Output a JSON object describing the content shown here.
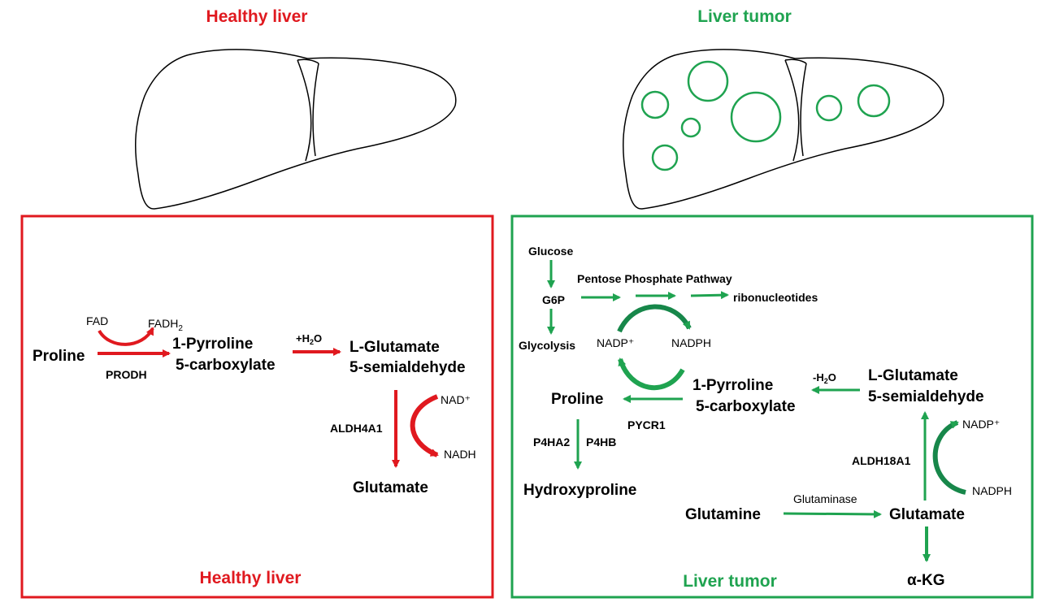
{
  "colors": {
    "healthy": "#e0191f",
    "tumor": "#1fa350",
    "tumor_dark": "#17874a",
    "ink": "#000000"
  },
  "titles": {
    "healthy_top": "Healthy liver",
    "tumor_top": "Liver tumor",
    "healthy_bottom": "Healthy liver",
    "tumor_bottom": "Liver tumor"
  },
  "healthy": {
    "proline": "Proline",
    "fad": "FAD",
    "fadh2_base": "FADH",
    "fadh2_sub": "2",
    "prodh": "PRODH",
    "p5c_line1": "1-Pyrroline",
    "p5c_line2": "5-carboxylate",
    "h2o_plus": "+H",
    "h2o_sub": "2",
    "h2o_o": "O",
    "lg_line1": "L-Glutamate",
    "lg_line2": "5-semialdehyde",
    "aldh4a1": "ALDH4A1",
    "nad_plus": "NAD⁺",
    "nadh": "NADH",
    "glutamate": "Glutamate"
  },
  "tumor": {
    "glucose": "Glucose",
    "g6p": "G6P",
    "ppp": "Pentose Phosphate Pathway",
    "ribonucleotides": "ribonucleotides",
    "glycolysis": "Glycolysis",
    "nadp_plus": "NADP⁺",
    "nadph": "NADPH",
    "proline": "Proline",
    "pycr1": "PYCR1",
    "p5c_line1": "1-Pyrroline",
    "p5c_line2": "5-carboxylate",
    "h2o_minus": "-H",
    "h2o_sub": "2",
    "h2o_o": "O",
    "lg_line1": "L-Glutamate",
    "lg_line2": "5-semialdehyde",
    "p4ha2": "P4HA2",
    "p4hb": "P4HB",
    "hydroxyproline": "Hydroxyproline",
    "aldh18a1": "ALDH18A1",
    "nadp_plus_2": "NADP⁺",
    "nadph_2": "NADPH",
    "glutamine": "Glutamine",
    "glutaminase": "Glutaminase",
    "glutamate": "Glutamate",
    "akg": "α-KG"
  }
}
